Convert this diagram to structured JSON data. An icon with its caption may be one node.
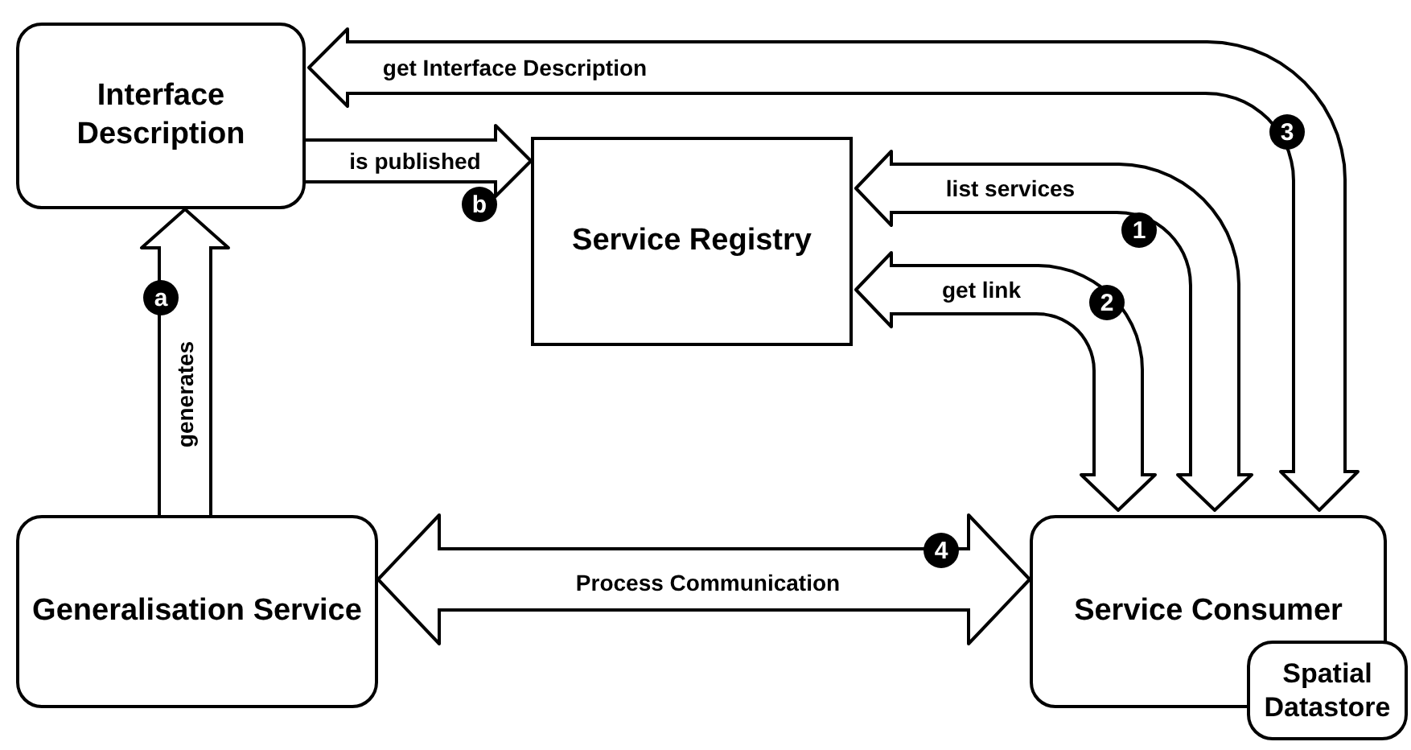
{
  "diagram": {
    "nodes": [
      {
        "text": [
          "Interface Description"
        ]
      },
      {
        "text": [
          "Service Registry"
        ]
      },
      {
        "text": [
          "Generalisation Service"
        ]
      },
      {
        "text": [
          "Service Consumer"
        ]
      },
      {
        "text": [
          "Spatial Datastore"
        ]
      }
    ],
    "edges": [
      {
        "from": 2,
        "to": 0,
        "arrow": "to",
        "label": "generates"
      },
      {
        "from": 0,
        "to": 1,
        "arrow": "to",
        "label": "is published"
      },
      {
        "from": 3,
        "to": 1,
        "arrow": "both",
        "label": "list services"
      },
      {
        "from": 3,
        "to": 1,
        "arrow": "both",
        "label": "get link"
      },
      {
        "from": 3,
        "to": 0,
        "arrow": "both",
        "label": "get Interface Description"
      },
      {
        "from": 2,
        "to": 3,
        "arrow": "both",
        "label": "Process Communication"
      }
    ],
    "labels": [
      "a",
      "b",
      "1",
      "2",
      "3",
      "4"
    ]
  }
}
